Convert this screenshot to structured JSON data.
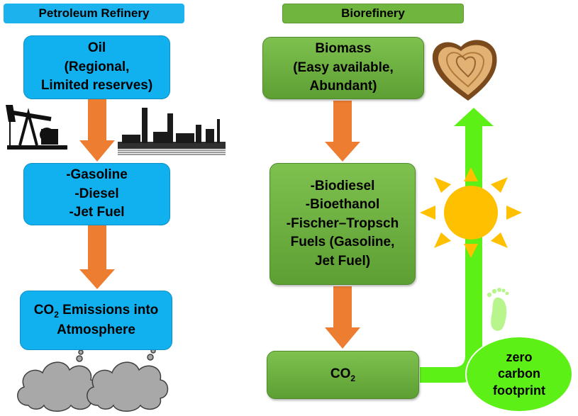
{
  "petroleum": {
    "header": "Petroleum Refinery",
    "oil": [
      "Oil",
      "(Regional,",
      "Limited reserves)"
    ],
    "fuels": [
      "-Gasoline",
      "-Diesel",
      "-Jet Fuel"
    ],
    "emissions_prefix": "CO",
    "emissions_sub": "2",
    "emissions_rest": " Emissions into",
    "emissions_line2": "Atmosphere"
  },
  "biorefinery": {
    "header": "Biorefinery",
    "biomass": [
      "Biomass",
      "(Easy available,",
      "Abundant)"
    ],
    "fuels": [
      "-Biodiesel",
      "-Bioethanol",
      "-Fischer–Tropsch",
      "Fuels (Gasoline,",
      "Jet Fuel)"
    ],
    "co2_prefix": "CO",
    "co2_sub": "2",
    "zero": [
      "zero",
      "carbon",
      "footprint"
    ]
  },
  "colors": {
    "petroleum_box": "#11b1f0",
    "bio_box": "#6fb53e",
    "arrow": "#ed7d31",
    "cycle": "#5df016",
    "sun": "#ffc000"
  },
  "icons": [
    "oil-pumpjack-icon",
    "refinery-icon",
    "wood-slice-heart-icon",
    "sun-icon",
    "footprint-icon",
    "cloud-icon"
  ]
}
